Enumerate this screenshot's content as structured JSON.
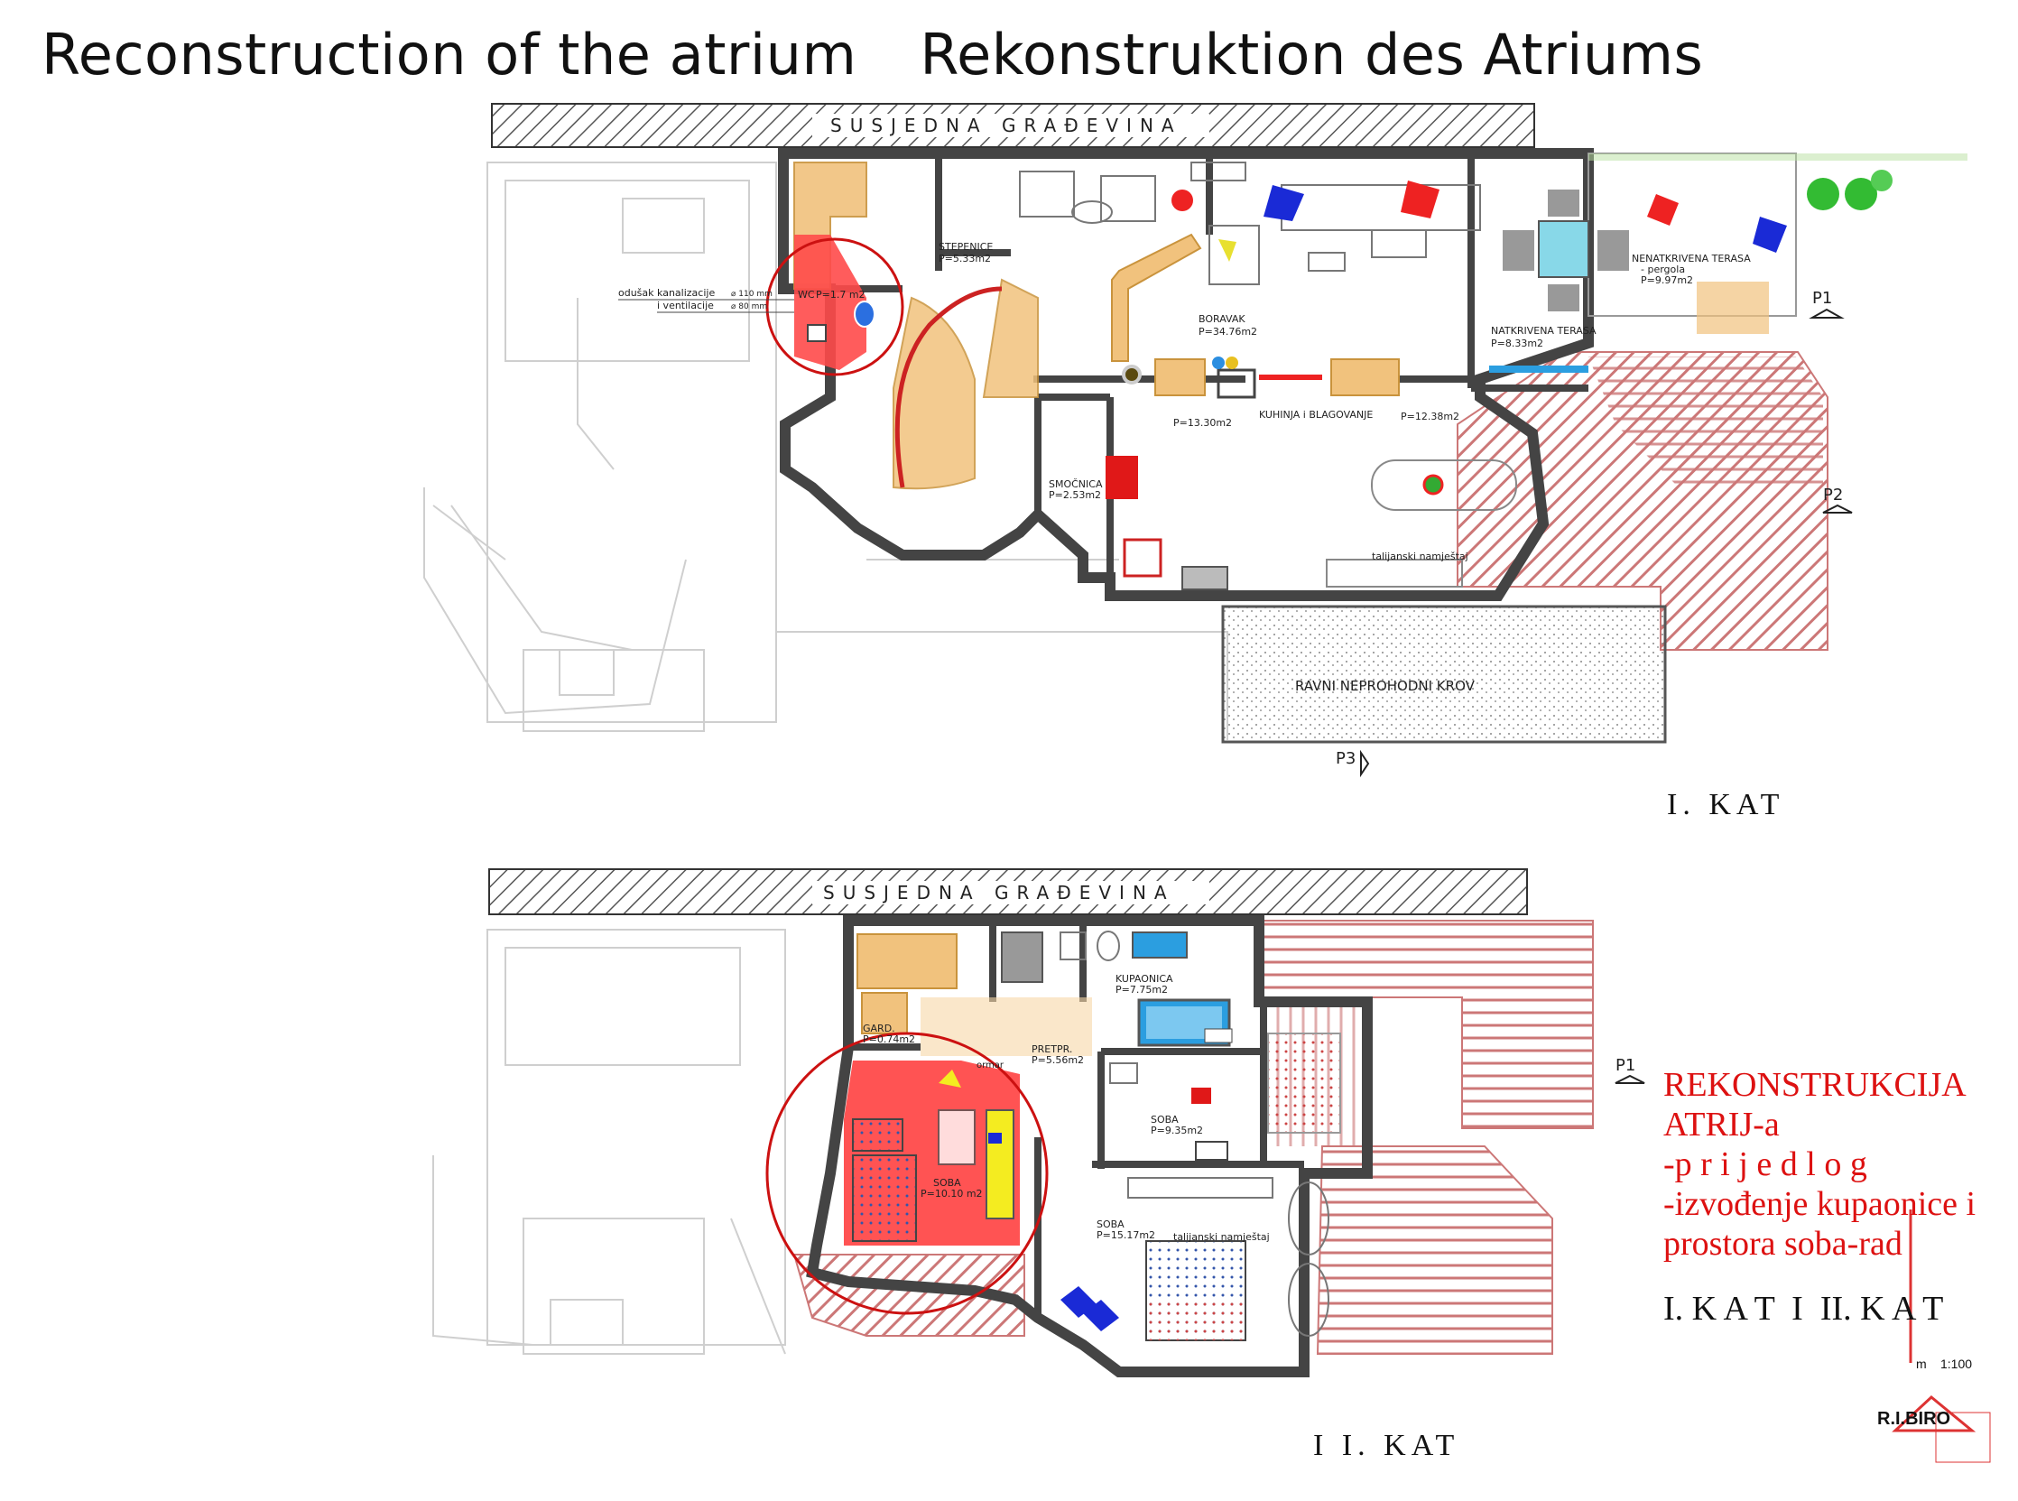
{
  "title": {
    "en": "Reconstruction of the atrium",
    "de": "Rekonstruktion des Atriums"
  },
  "floor1": {
    "neighbor_label": "SUSJEDNA GRAĐEVINA",
    "floor_label": "I. KAT",
    "rooms": [
      {
        "name": "STEPENICE",
        "area": "P=5.33m2"
      },
      {
        "name": "WC",
        "area": "P=1.7 m2"
      },
      {
        "name": "BORAVAK",
        "area": "P=34.76m2"
      },
      {
        "name": "NATKRIVENA TERASA",
        "area": "P=8.33m2"
      },
      {
        "name": "NENATKRIVENA TERASA",
        "area": "P=9.97m2"
      },
      {
        "name": "KUHINJA i BLAGOVANJE",
        "area": "P=13.30m2"
      },
      {
        "name": "SMOČNICA",
        "area": "P=2.53m2"
      },
      {
        "name": "",
        "area": "P=12.38m2"
      }
    ],
    "pergola": "- pergola",
    "vent_label_1": "odušak kanalizacije",
    "vent_size_1": "⌀ 110 mm",
    "vent_label_2": "i ventilacije",
    "vent_size_2": "⌀ 80 mm",
    "furniture_note": "talijanski namještaj",
    "roof_label": "RAVNI NEPROHODNI KROV",
    "section_marks": [
      "P1",
      "P2",
      "P3"
    ]
  },
  "floor2": {
    "neighbor_label": "SUSJEDNA GRAĐEVINA",
    "floor_label": "I I. KAT",
    "rooms": [
      {
        "name": "KUPAONICA",
        "area": "P=7.75m2"
      },
      {
        "name": "GARD.",
        "area": "P=0.74m2"
      },
      {
        "name": "PRETPR.",
        "area": "P=5.56m2"
      },
      {
        "name": "SOBA",
        "area": "P=9.35m2"
      },
      {
        "name": "SOBA",
        "area": "P=10.10 m2"
      },
      {
        "name": "SOBA",
        "area": "P=15.17m2"
      }
    ],
    "ormar": "ormar",
    "furniture_note": "talijanski namještaj",
    "section_marks": [
      "P1"
    ]
  },
  "proposal": {
    "line1": "REKONSTRUKCIJA",
    "line2": "ATRIJ-a",
    "line3": "-p r i j e d l o g",
    "line4": "-izvođenje kupaonice i",
    "line5": " prostora soba-rad",
    "floors": "I. K A T  I  II. K A T"
  },
  "scale": {
    "unit": "m",
    "ratio": "1:100"
  },
  "logo": {
    "brand": "R.I.BIRO"
  },
  "colors": {
    "wall": "#444444",
    "stair": "#f1c27d",
    "roof_hatch": "#d8a4a4",
    "highlight_red": "#ff4a4a",
    "circle": "#cc1111",
    "text_red": "#dd1111",
    "glass": "#88d8e8",
    "hatch_dark": "#555555"
  }
}
